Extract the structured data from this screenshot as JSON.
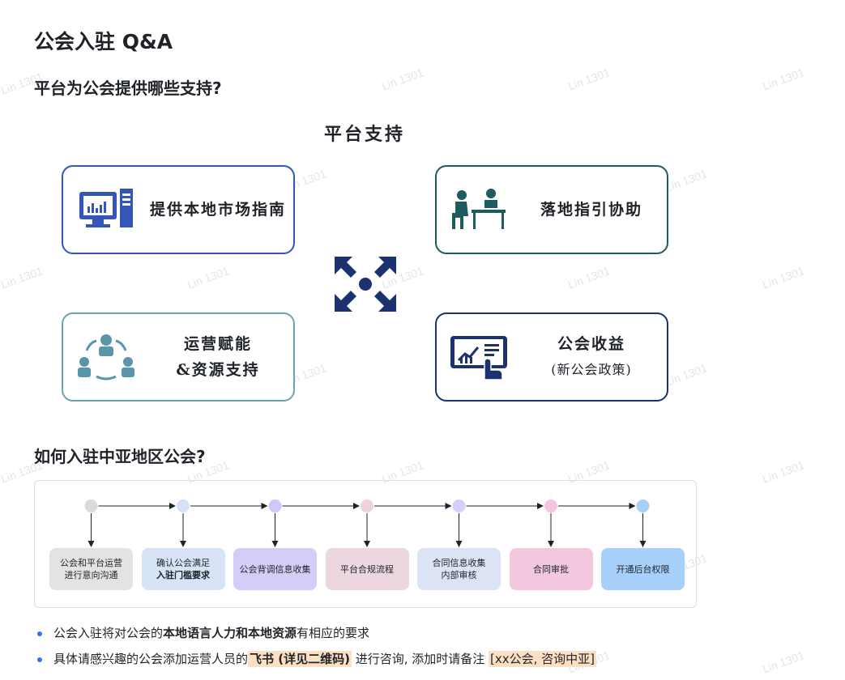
{
  "title": "公会入驻 Q&A",
  "section1": {
    "heading": "平台为公会提供哪些支持?"
  },
  "diagram": {
    "title": "平台支持",
    "cards": {
      "top_left": {
        "label": "提供本地市场指南"
      },
      "top_right": {
        "label": "落地指引协助"
      },
      "bottom_left": {
        "line1": "运营赋能",
        "line2": "&资源支持"
      },
      "bottom_right": {
        "line1": "公会收益",
        "line2": "(新公会政策)"
      }
    },
    "colors": {
      "blue": "#3356b8",
      "teal": "#1e5b5e",
      "lightblue": "#6fa1b6",
      "navy": "#1c3170"
    }
  },
  "section2": {
    "heading": "如何入驻中亚地区公会?"
  },
  "flow": {
    "steps": [
      {
        "line1": "公会和平台运营",
        "line2": "进行意向沟通",
        "bg": "#e3e3e3",
        "dot": "#dadada"
      },
      {
        "line1": "确认公会满足",
        "line2": "入驻门槛要求",
        "bg": "#d7e3f6",
        "dot": "#d6e1f6"
      },
      {
        "line1": "公会背调信息收集",
        "line2": "",
        "bg": "#d3cdf8",
        "dot": "#cfc8f8"
      },
      {
        "line1": "平台合规流程",
        "line2": "",
        "bg": "#ecd6df",
        "dot": "#ecd3df"
      },
      {
        "line1": "合同信息收集",
        "line2": "内部审核",
        "bg": "#dbe3f4",
        "dot": "#d3d0fb"
      },
      {
        "line1": "合同审批",
        "line2": "",
        "bg": "#f3c8de",
        "dot": "#f2c6dc"
      },
      {
        "line1": "开通后台权限",
        "line2": "",
        "bg": "#a7d0fb",
        "dot": "#a7d0fb"
      }
    ]
  },
  "bullets": [
    {
      "pre": "公会入驻将对公会的",
      "bold": "本地语言人力和本地资源",
      "post": "有相应的要求"
    },
    {
      "pre": "具体请感兴趣的公会添加运营人员的",
      "bold": "飞书 (详见二维码)",
      "mid": " 进行咨询, 添加时请备注 ",
      "tag": "[xx公会, 咨询中亚]"
    }
  ],
  "watermark": "Lin 1301"
}
